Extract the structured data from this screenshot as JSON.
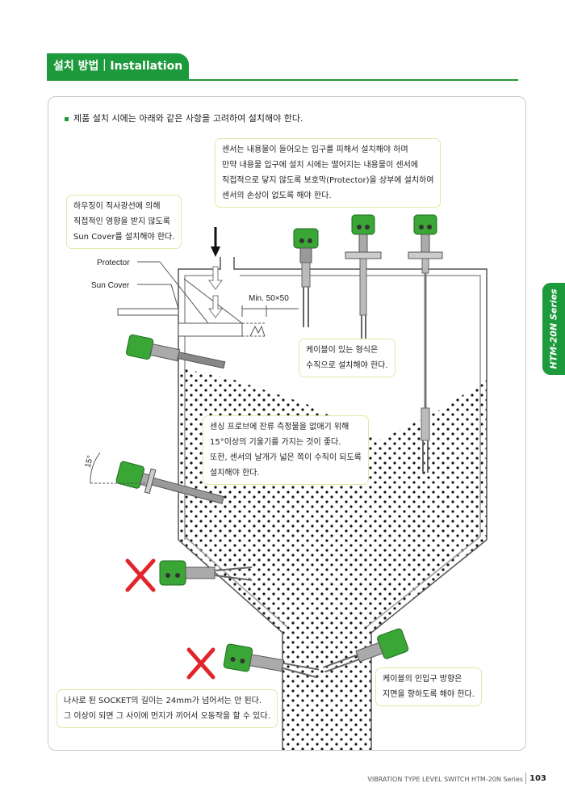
{
  "header": {
    "title": "설치 방법｜Installation"
  },
  "intro": "제품 설치 시에는 아래와 같은 사항을 고려하여 설치해야 한다.",
  "callouts": {
    "protector_note": [
      "센서는 내용물이 들어오는 입구를 피해서 설치해야 하며",
      "만약 내용물 입구에 설치 시에는 떨어지는 내용물이 센서에",
      "직접적으로 닿지 않도록 보호막(Protector)을 상부에 설치하여",
      "센서의 손상이 없도록 해야 한다."
    ],
    "sun_cover_note": [
      "하우징이 직사광선에 의해",
      "직접적인 영향을 받지 않도록",
      "Sun Cover를 설치해야 한다."
    ],
    "cable_vertical_note": [
      "케이블이 있는 형식은",
      "수직으로 설치해야 한다."
    ],
    "tilt_note": [
      "센싱 프로브에 잔류 측정물을 없애기 위해",
      "15°이상의 기울기를 가지는 것이 좋다.",
      "또한, 센서의 날개가 넓은 쪽이 수직이 되도록",
      "설치해야 한다."
    ],
    "socket_note": [
      "나사로 된 SOCKET의 길이는 24mm가 넘어서는 안 된다.",
      "그 이상이 되면 그 사이에 먼지가 끼어서 오동작을 할 수 있다."
    ],
    "cable_direction_note": [
      "케이블의 인입구 방향은",
      "지면을 향하도록 해야 한다."
    ]
  },
  "diagram": {
    "protector_label": "Protector",
    "sun_cover_label": "Sun Cover",
    "min_label": "Min. 50×50",
    "angle_label": "15°"
  },
  "side_tab": "HTM-20N Series",
  "footer": {
    "text": "VIBRATION TYPE LEVEL SWITCH  HTM-20N Series",
    "page": "103"
  },
  "colors": {
    "brand_green": "#1d9a3c",
    "sensor_green": "#3aa635",
    "cross_red": "#e0262a"
  }
}
